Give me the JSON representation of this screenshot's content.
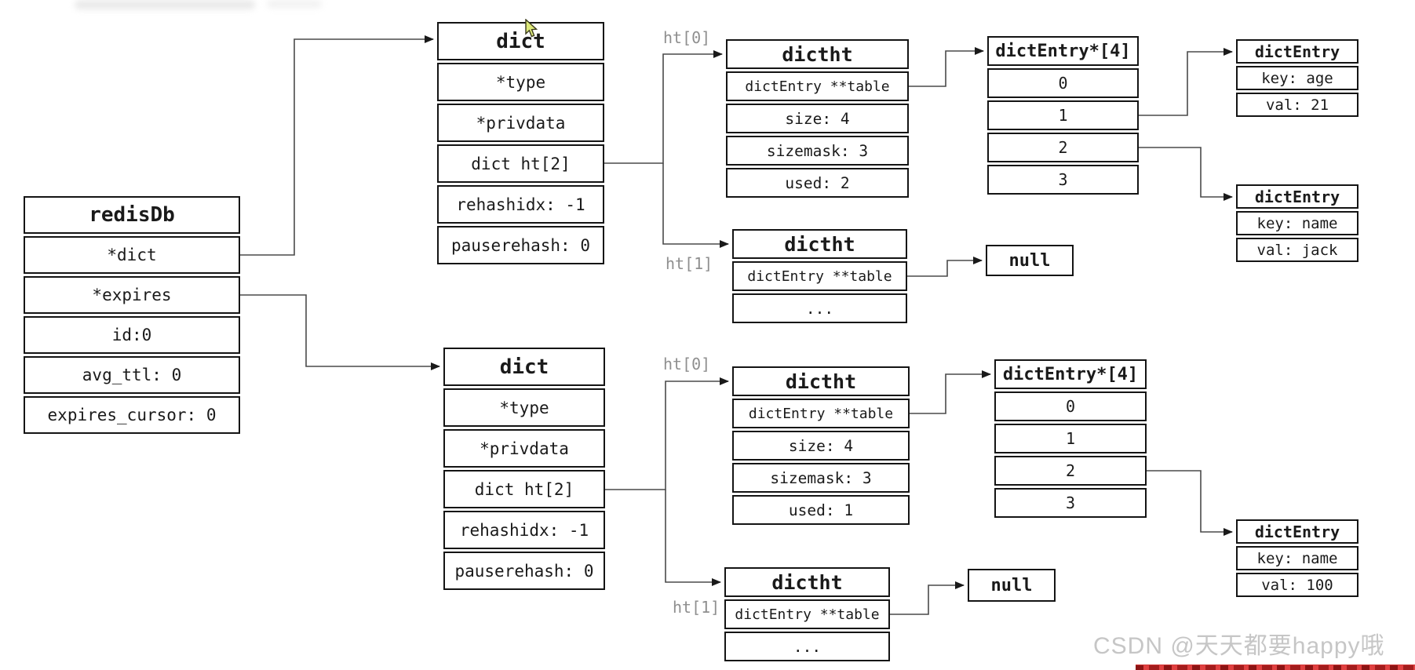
{
  "labels": {
    "top_ht0": "ht[0]",
    "top_ht1": "ht[1]",
    "bottom_ht0": "ht[0]",
    "bottom_ht1": "ht[1]"
  },
  "nodes": {
    "redisdb": {
      "title": "redisDb",
      "rows": [
        "*dict",
        "*expires",
        "id:0",
        "avg_ttl: 0",
        "expires_cursor: 0"
      ]
    },
    "dict_top": {
      "title": "dict",
      "rows": [
        "*type",
        "*privdata",
        "dict ht[2]",
        "rehashidx: -1",
        "pauserehash: 0"
      ]
    },
    "dictht_top0": {
      "title": "dictht",
      "rows": [
        "dictEntry **table",
        "size: 4",
        "sizemask: 3",
        "used: 2"
      ]
    },
    "dictht_top1": {
      "title": "dictht",
      "rows": [
        "dictEntry **table",
        "..."
      ]
    },
    "entries_top": {
      "title": "dictEntry*[4]",
      "rows": [
        "0",
        "1",
        "2",
        "3"
      ]
    },
    "entry_age": {
      "title": "dictEntry",
      "rows": [
        "key: age",
        "val: 21"
      ]
    },
    "entry_name_jack": {
      "title": "dictEntry",
      "rows": [
        "key: name",
        "val: jack"
      ]
    },
    "null_top": {
      "title": "null"
    },
    "dict_bottom": {
      "title": "dict",
      "rows": [
        "*type",
        "*privdata",
        "dict ht[2]",
        "rehashidx: -1",
        "pauserehash: 0"
      ]
    },
    "dictht_bottom0": {
      "title": "dictht",
      "rows": [
        "dictEntry **table",
        "size: 4",
        "sizemask: 3",
        "used: 1"
      ]
    },
    "dictht_bottom1": {
      "title": "dictht",
      "rows": [
        "dictEntry **table",
        "..."
      ]
    },
    "entries_bottom": {
      "title": "dictEntry*[4]",
      "rows": [
        "0",
        "1",
        "2",
        "3"
      ]
    },
    "entry_name_100": {
      "title": "dictEntry",
      "rows": [
        "key: name",
        "val: 100"
      ]
    },
    "null_bottom": {
      "title": "null"
    }
  },
  "icons": {
    "cursor": "mouse-arrow-pointer"
  },
  "watermark": {
    "text": "CSDN @天天都要happy哦"
  },
  "colors": {
    "box_border": "#141414",
    "wire": "#4a4a4a",
    "ht_label": "#8f8f8f",
    "watermark": "#c6c6c6",
    "banner_red": "#e04040"
  }
}
